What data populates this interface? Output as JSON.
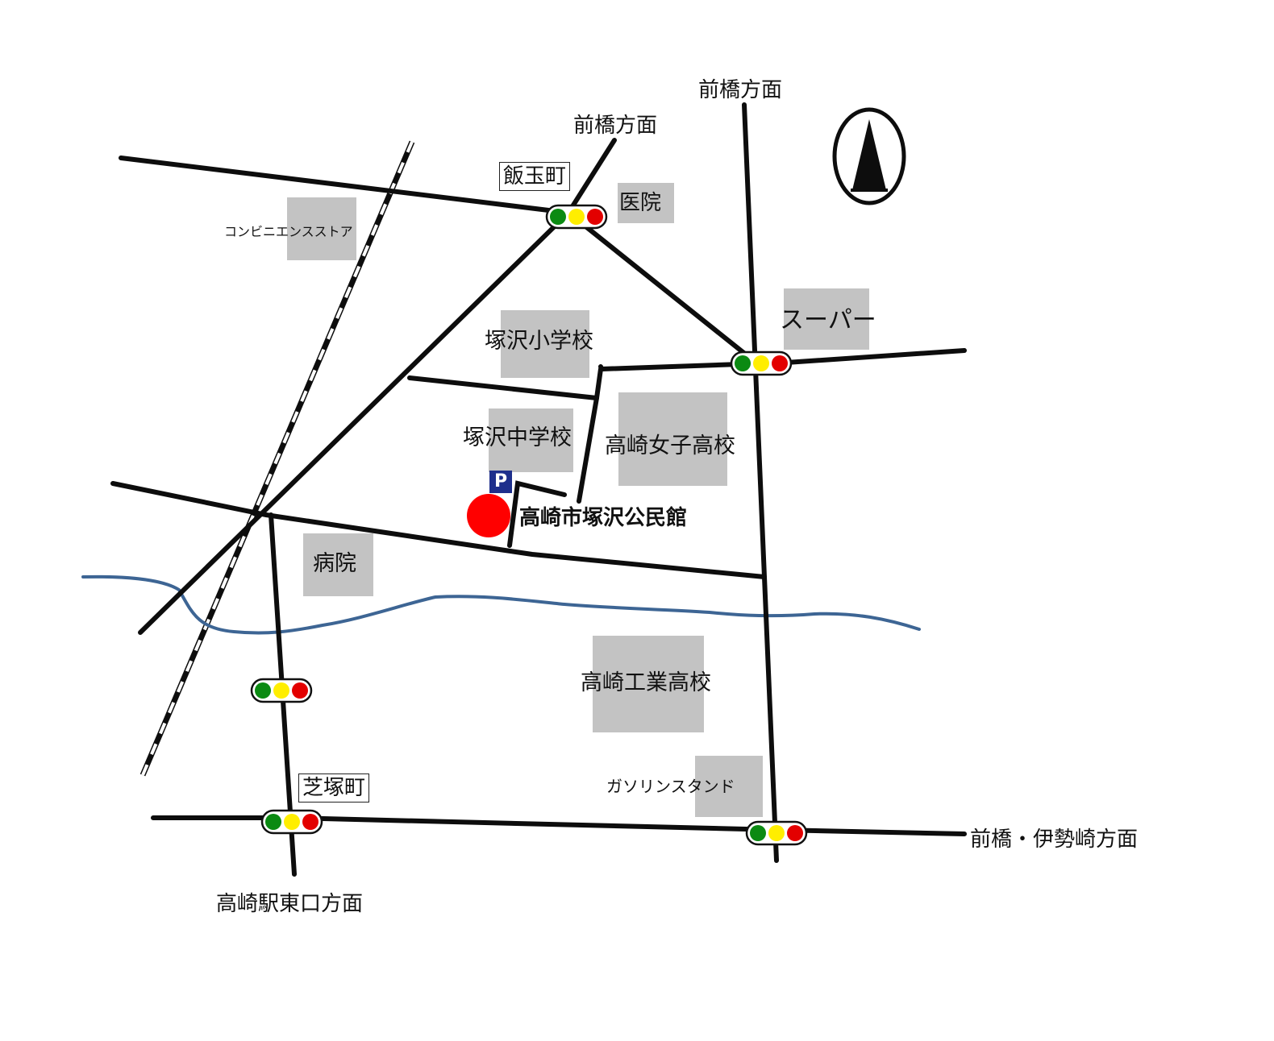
{
  "colors": {
    "road": "#0d0d0d",
    "building": "#c3c3c3",
    "river": "#3d6594",
    "destination": "#ff0000",
    "parking": "#1e2f8c",
    "signal_green": "#0b8a12",
    "signal_yellow": "#ffee00",
    "signal_red": "#e30000"
  },
  "icons": {
    "north_arrow": "north-arrow-icon",
    "parking": "parking-icon",
    "traffic_signal": "traffic-signal-icon",
    "destination": "destination-marker-icon"
  },
  "directions": {
    "north_top_right": "前橋方面",
    "north_top_center": "前橋方面",
    "east": "前橋・伊勢崎方面",
    "south": "高崎駅東口方面"
  },
  "intersections": {
    "iidamamachi": "飯玉町",
    "shibatsukamachi": "芝塚町"
  },
  "landmarks": {
    "convenience_store": "コンビニエンスストア",
    "clinic": "医院",
    "supermarket": "スーパー",
    "elementary_school": "塚沢小学校",
    "junior_high_school": "塚沢中学校",
    "girls_high_school": "高崎女子高校",
    "hospital": "病院",
    "technical_high_school": "高崎工業高校",
    "gas_station": "ガソリンスタンド"
  },
  "destination": {
    "name": "高崎市塚沢公民館",
    "parking_label": "P"
  }
}
